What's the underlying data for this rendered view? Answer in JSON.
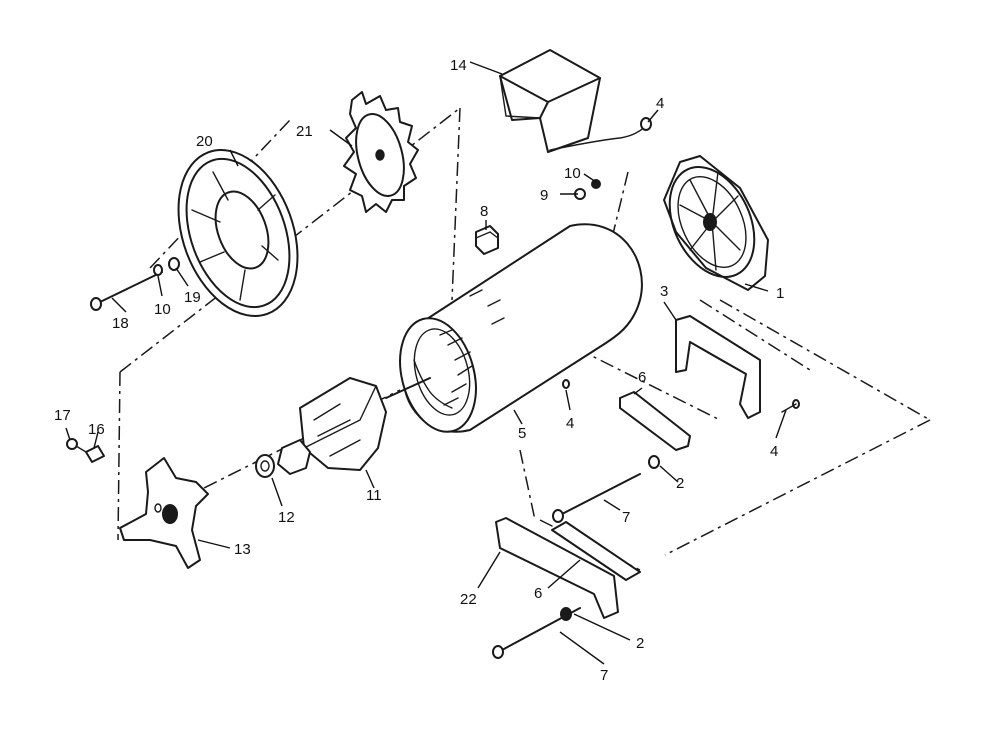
{
  "callouts": {
    "c1": "1",
    "c2a": "2",
    "c2b": "2",
    "c3": "3",
    "c4a": "4",
    "c4b": "4",
    "c4c": "4",
    "c5": "5",
    "c6a": "6",
    "c6b": "6",
    "c7a": "7",
    "c7b": "7",
    "c8": "8",
    "c9": "9",
    "c10a": "10",
    "c10b": "10",
    "c11": "11",
    "c12": "12",
    "c13": "13",
    "c14": "14",
    "c16": "16",
    "c17": "17",
    "c18": "18",
    "c19": "19",
    "c20": "20",
    "c21": "21",
    "c22": "22"
  }
}
